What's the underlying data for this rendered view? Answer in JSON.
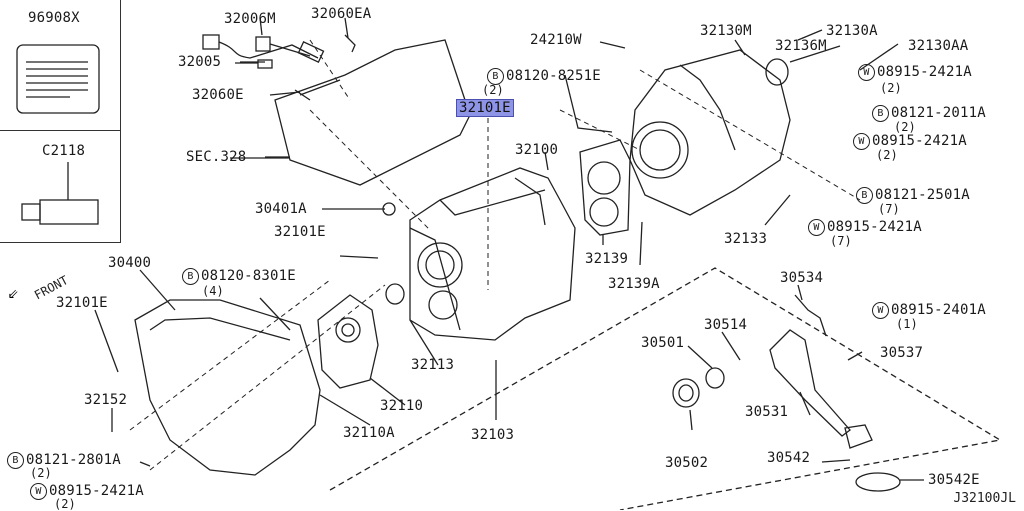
{
  "insets": [
    {
      "code": "96908X"
    },
    {
      "code": "C2118"
    }
  ],
  "reference_code": "J32100JL",
  "front_label": "FRONT",
  "highlight_part": "32101E",
  "highlight_qty": "(2)",
  "labels": {
    "p32006M": "32006M",
    "p32060EA": "32060EA",
    "p32005": "32005",
    "p32060E": "32060E",
    "sec328": "SEC.328",
    "p30401A": "30401A",
    "p32101E_mid": "32101E",
    "p30400": "30400",
    "p32101E_left": "32101E",
    "p32152": "32152",
    "p24210W": "24210W",
    "p32130M": "32130M",
    "p32130A": "32130A",
    "p32136M": "32136M",
    "p32130AA": "32130AA",
    "p32100": "32100",
    "p32139": "32139",
    "p32139A": "32139A",
    "p32133": "32133",
    "p32113": "32113",
    "p32110": "32110",
    "p32110A": "32110A",
    "p32103": "32103",
    "p30534": "30534",
    "p30514": "30514",
    "p30501": "30501",
    "p30502": "30502",
    "p30537": "30537",
    "p30531": "30531",
    "p30542": "30542",
    "p30542E": "30542E"
  },
  "prefixed": {
    "b_08120_8251E": {
      "mark": "B",
      "code": "08120-8251E",
      "qty": "(2)"
    },
    "w_08915_2421A_top": {
      "mark": "W",
      "code": "08915-2421A",
      "qty": "(2)"
    },
    "b_08121_2011A": {
      "mark": "B",
      "code": "08121-2011A",
      "qty": "(2)"
    },
    "w_08915_2421A_mid": {
      "mark": "W",
      "code": "08915-2421A",
      "qty": "(2)"
    },
    "b_08121_2501A": {
      "mark": "B",
      "code": "08121-2501A",
      "qty": "(7)"
    },
    "w_08915_2421A_low": {
      "mark": "W",
      "code": "08915-2421A",
      "qty": "(7)"
    },
    "b_08120_8301E": {
      "mark": "B",
      "code": "08120-8301E",
      "qty": "(4)"
    },
    "w_08915_2401A": {
      "mark": "W",
      "code": "08915-2401A",
      "qty": "(1)"
    },
    "b_08121_2801A": {
      "mark": "B",
      "code": "08121-2801A",
      "qty": "(2)"
    },
    "w_08915_2421A_bl": {
      "mark": "W",
      "code": "08915-2421A",
      "qty": "(2)"
    }
  },
  "colors": {
    "highlight": "#8f95e6",
    "line": "#222222"
  }
}
